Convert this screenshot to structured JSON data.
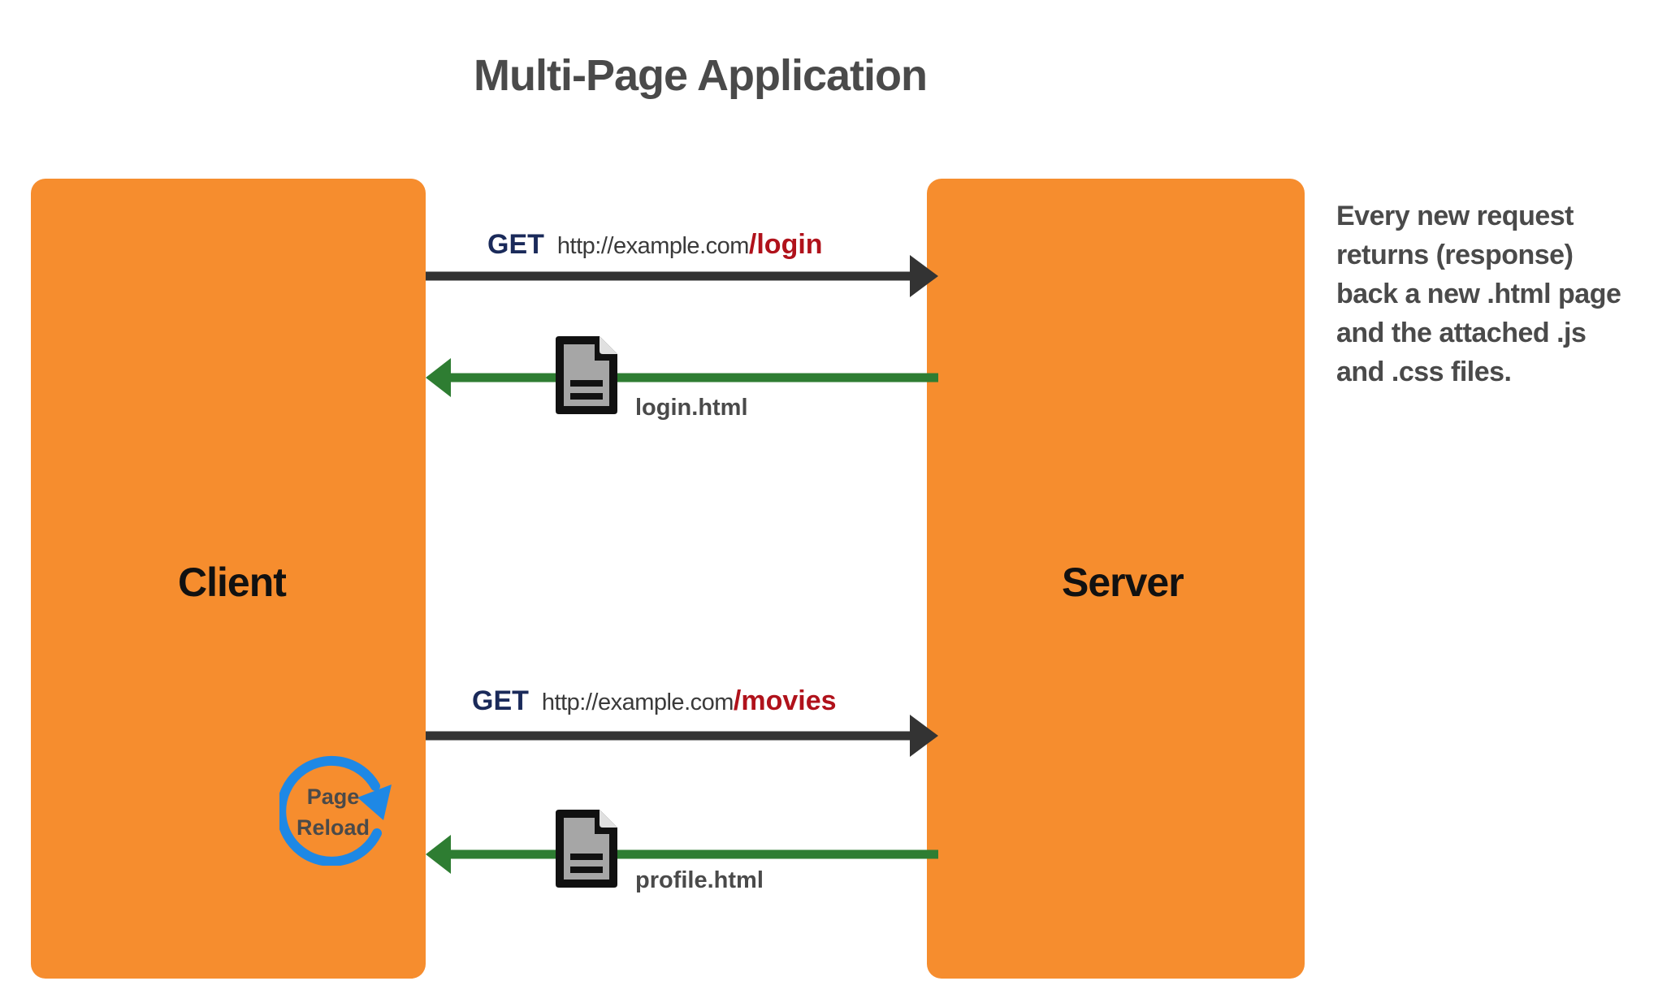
{
  "title": "Multi-Page Application",
  "client": {
    "label": "Client"
  },
  "server": {
    "label": "Server"
  },
  "requests": [
    {
      "method": "GET",
      "base_url": "http://example.com",
      "path": "/login"
    },
    {
      "method": "GET",
      "base_url": "http://example.com",
      "path": "/movies"
    }
  ],
  "responses": [
    {
      "file": "login.html",
      "icon": "document-icon"
    },
    {
      "file": "profile.html",
      "icon": "document-icon"
    }
  ],
  "reload": {
    "line1": "Page",
    "line2": "Reload",
    "icon": "refresh-icon"
  },
  "note": "Every new request returns (response) back a new .html page and the attached .js and .css files.",
  "colors": {
    "box": "#f68d2e",
    "request_arrow": "#333333",
    "response_arrow": "#2e7d32",
    "method": "#1a2a5a",
    "path": "#b0121b",
    "reload": "#1e88e5"
  }
}
